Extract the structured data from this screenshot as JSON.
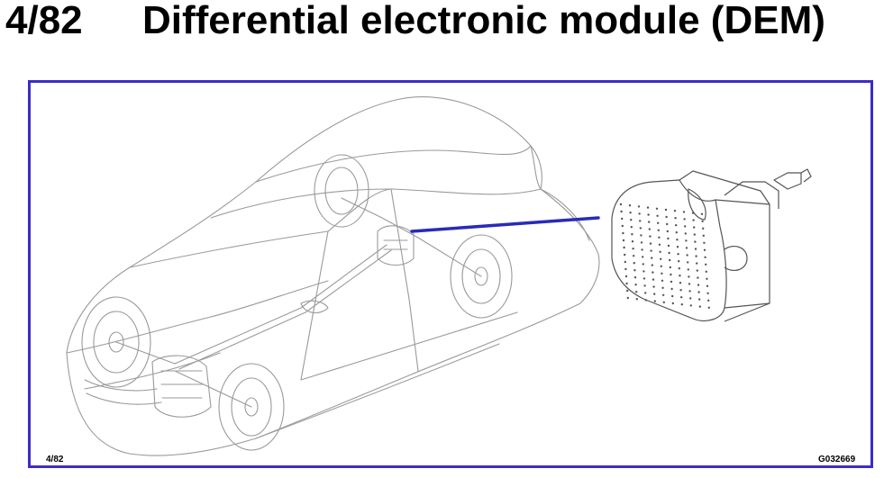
{
  "header": {
    "page_number": "4/82",
    "title": "Differential electronic module (DEM)"
  },
  "footer": {
    "page_ref": "4/82",
    "figure_code": "G032669"
  },
  "colors": {
    "frame": "#3b2cc8",
    "callout": "#2a2ab8",
    "line_art": "#9a9a9a"
  }
}
